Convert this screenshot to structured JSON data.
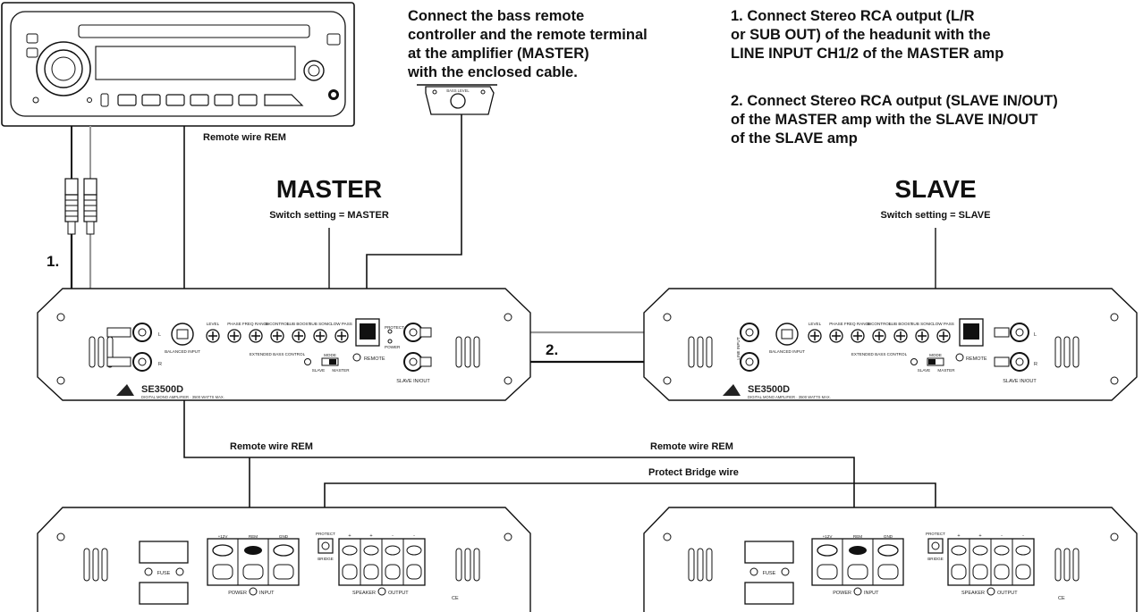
{
  "instructions": {
    "remote": [
      "Connect the bass remote",
      "controller and the remote terminal",
      "at the amplifier (MASTER)",
      "with the enclosed cable."
    ],
    "step1": [
      "1. Connect Stereo RCA output (L/R",
      "or SUB OUT) of the headunit with the",
      "LINE INPUT CH1/2 of the MASTER amp"
    ],
    "step2": [
      "2. Connect Stereo RCA output (SLAVE IN/OUT)",
      "of the MASTER amp with the SLAVE IN/OUT",
      "of the SLAVE amp"
    ]
  },
  "master": {
    "title": "MASTER",
    "switch": "Switch setting = MASTER"
  },
  "slave": {
    "title": "SLAVE",
    "switch": "Switch setting = SLAVE"
  },
  "wires": {
    "remote_top": "Remote wire REM",
    "remote_left": "Remote wire REM",
    "remote_right": "Remote wire REM",
    "protect_bridge": "Protect Bridge wire"
  },
  "markers": {
    "step1": "1.",
    "step2": "2."
  },
  "amp_panel": {
    "brand": "SE3500D",
    "model_sub": "DIGITAL MONO AMPLIFIER · 3500 WATTS MAX.",
    "controls": [
      "LEVEL",
      "PHASE",
      "FREQ RANGE",
      "B-CONTROL",
      "SUB BOOST",
      "SUB SONIC",
      "LOW PASS"
    ],
    "balanced_input": "BALANCED INPUT",
    "line_input": "LINE INPUT",
    "extended": "EXTENDED BASS CONTROL",
    "mode": "MODE",
    "slave_opt": "SLAVE",
    "master_opt": "MASTER",
    "remote": "REMOTE",
    "slave_io": "SLAVE IN/OUT",
    "left": "L",
    "right": "R",
    "protect": "PROTECT",
    "power": "POWER"
  },
  "power_panel": {
    "plus12": "+12V",
    "rem": "REM",
    "gnd": "GND",
    "fuse": "FUSE",
    "power": "POWER",
    "input": "INPUT",
    "protect": "PROTECT",
    "bridge": "BRIDGE",
    "plus": "+",
    "minus": "-",
    "speaker": "SPEAKER",
    "output": "OUTPUT",
    "ce": "CE"
  }
}
